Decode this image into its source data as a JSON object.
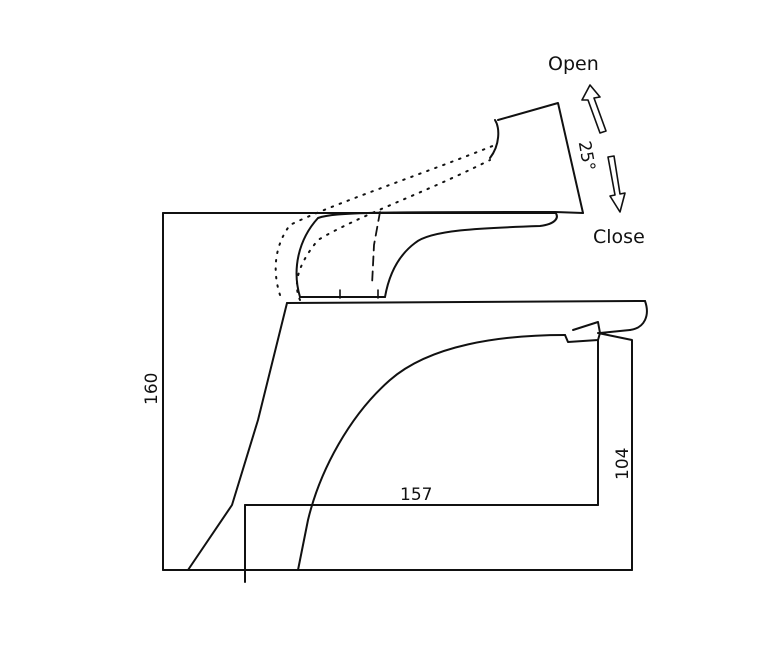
{
  "labels": {
    "open": "Open",
    "close": "Close",
    "angle": "25°"
  },
  "dimensions": {
    "height_total": "160",
    "spout_height": "104",
    "spout_reach": "157"
  }
}
